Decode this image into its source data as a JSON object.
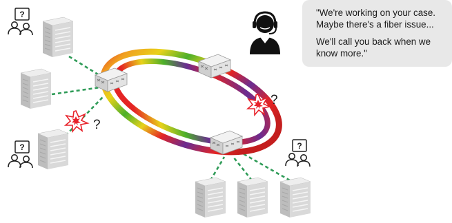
{
  "speech": {
    "line1": "\"We're working on your case.",
    "line2": "Maybe there's a fiber issue...",
    "line3": "We'll call you back when we",
    "line4": "know more.\""
  },
  "question_mark": "?",
  "icons": {
    "user_group": "users-question-icon",
    "support_agent": "headset-agent-icon",
    "building": "office-building-icon",
    "switch": "network-switch-icon",
    "fault": "fiber-break-icon"
  },
  "colors": {
    "building_face": "#d9d9d9",
    "building_side": "#bdbdbd",
    "link": "#2e9b57",
    "fault": "#e8232b",
    "ring_red": "#e42424",
    "ring_yellow": "#e8d21a",
    "ring_green": "#4caf2a",
    "ring_violet": "#6a2c91"
  }
}
